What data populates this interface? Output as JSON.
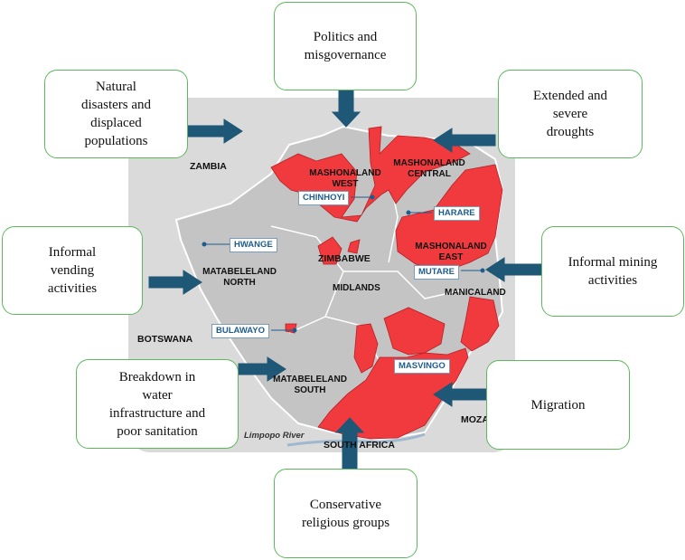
{
  "factors": {
    "top": "Politics and\nmisgovernance",
    "top_left": "Natural\ndisasters and\ndisplaced\npopulations",
    "top_right": "Extended and\nsevere\ndroughts",
    "mid_left": "Informal\nvending\nactivities",
    "mid_right": "Informal mining\nactivities",
    "bottom_left": "Breakdown in\nwater\ninfrastructure and\npoor sanitation",
    "bottom_right": "Migration",
    "bottom": "Conservative\nreligious groups"
  },
  "map": {
    "countries": {
      "zambia": "ZAMBIA",
      "botswana": "BOTSWANA",
      "south_africa": "SOUTH AFRICA",
      "mozambique": "MOZAM",
      "zimbabwe": "ZIMBABWE"
    },
    "regions": {
      "mashonaland_west": "MASHONALAND\nWEST",
      "mashonaland_central": "MASHONALAND\nCENTRAL",
      "mashonaland_east": "MASHONALAND\nEAST",
      "matabeleland_north": "MATABELELAND\nNORTH",
      "matabeleland_south": "MATABELELAND\nSOUTH",
      "midlands": "MIDLANDS",
      "manicaland": "MANICALAND"
    },
    "cities": {
      "chinhoyi": "CHINHOYI",
      "harare": "HARARE",
      "hwange": "HWANGE",
      "mutare": "MUTARE",
      "bulawayo": "BULAWAYO",
      "masvingo": "MASVINGO"
    },
    "river": "Limpopo River",
    "colors": {
      "background": "#d8d8d8",
      "country_fill": "#c2c2c2",
      "affected": "#f03a3e",
      "arrow": "#1f5777",
      "box_border": "#5cb85c"
    }
  }
}
